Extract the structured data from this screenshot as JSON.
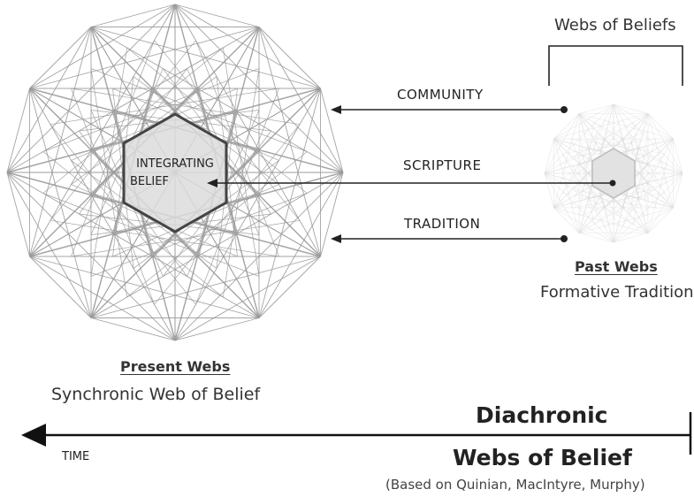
{
  "labels": {
    "webs_of_beliefs": "Webs of Beliefs",
    "community": "COMMUNITY",
    "scripture": "SCRIPTURE",
    "tradition": "TRADITION",
    "integrating_line1": "INTEGRATING",
    "integrating_line2": "BELIEF",
    "past_webs": "Past Webs",
    "formative_tradition": "Formative Tradition",
    "present_webs": "Present Webs",
    "synchronic": "Synchronic Web of Belief",
    "diachronic": "Diachronic",
    "webs_of_belief": "Webs of Belief",
    "time": "TIME",
    "based_on": "(Based on Quinian, MacIntyre, Murphy)"
  },
  "colors": {
    "web_lines": "#9a9a9a",
    "faded_web_lines": "#dddddd",
    "hexagon_fill": "#dcdcdc",
    "hexagon_stroke": "#444444",
    "arrow": "#222222"
  }
}
